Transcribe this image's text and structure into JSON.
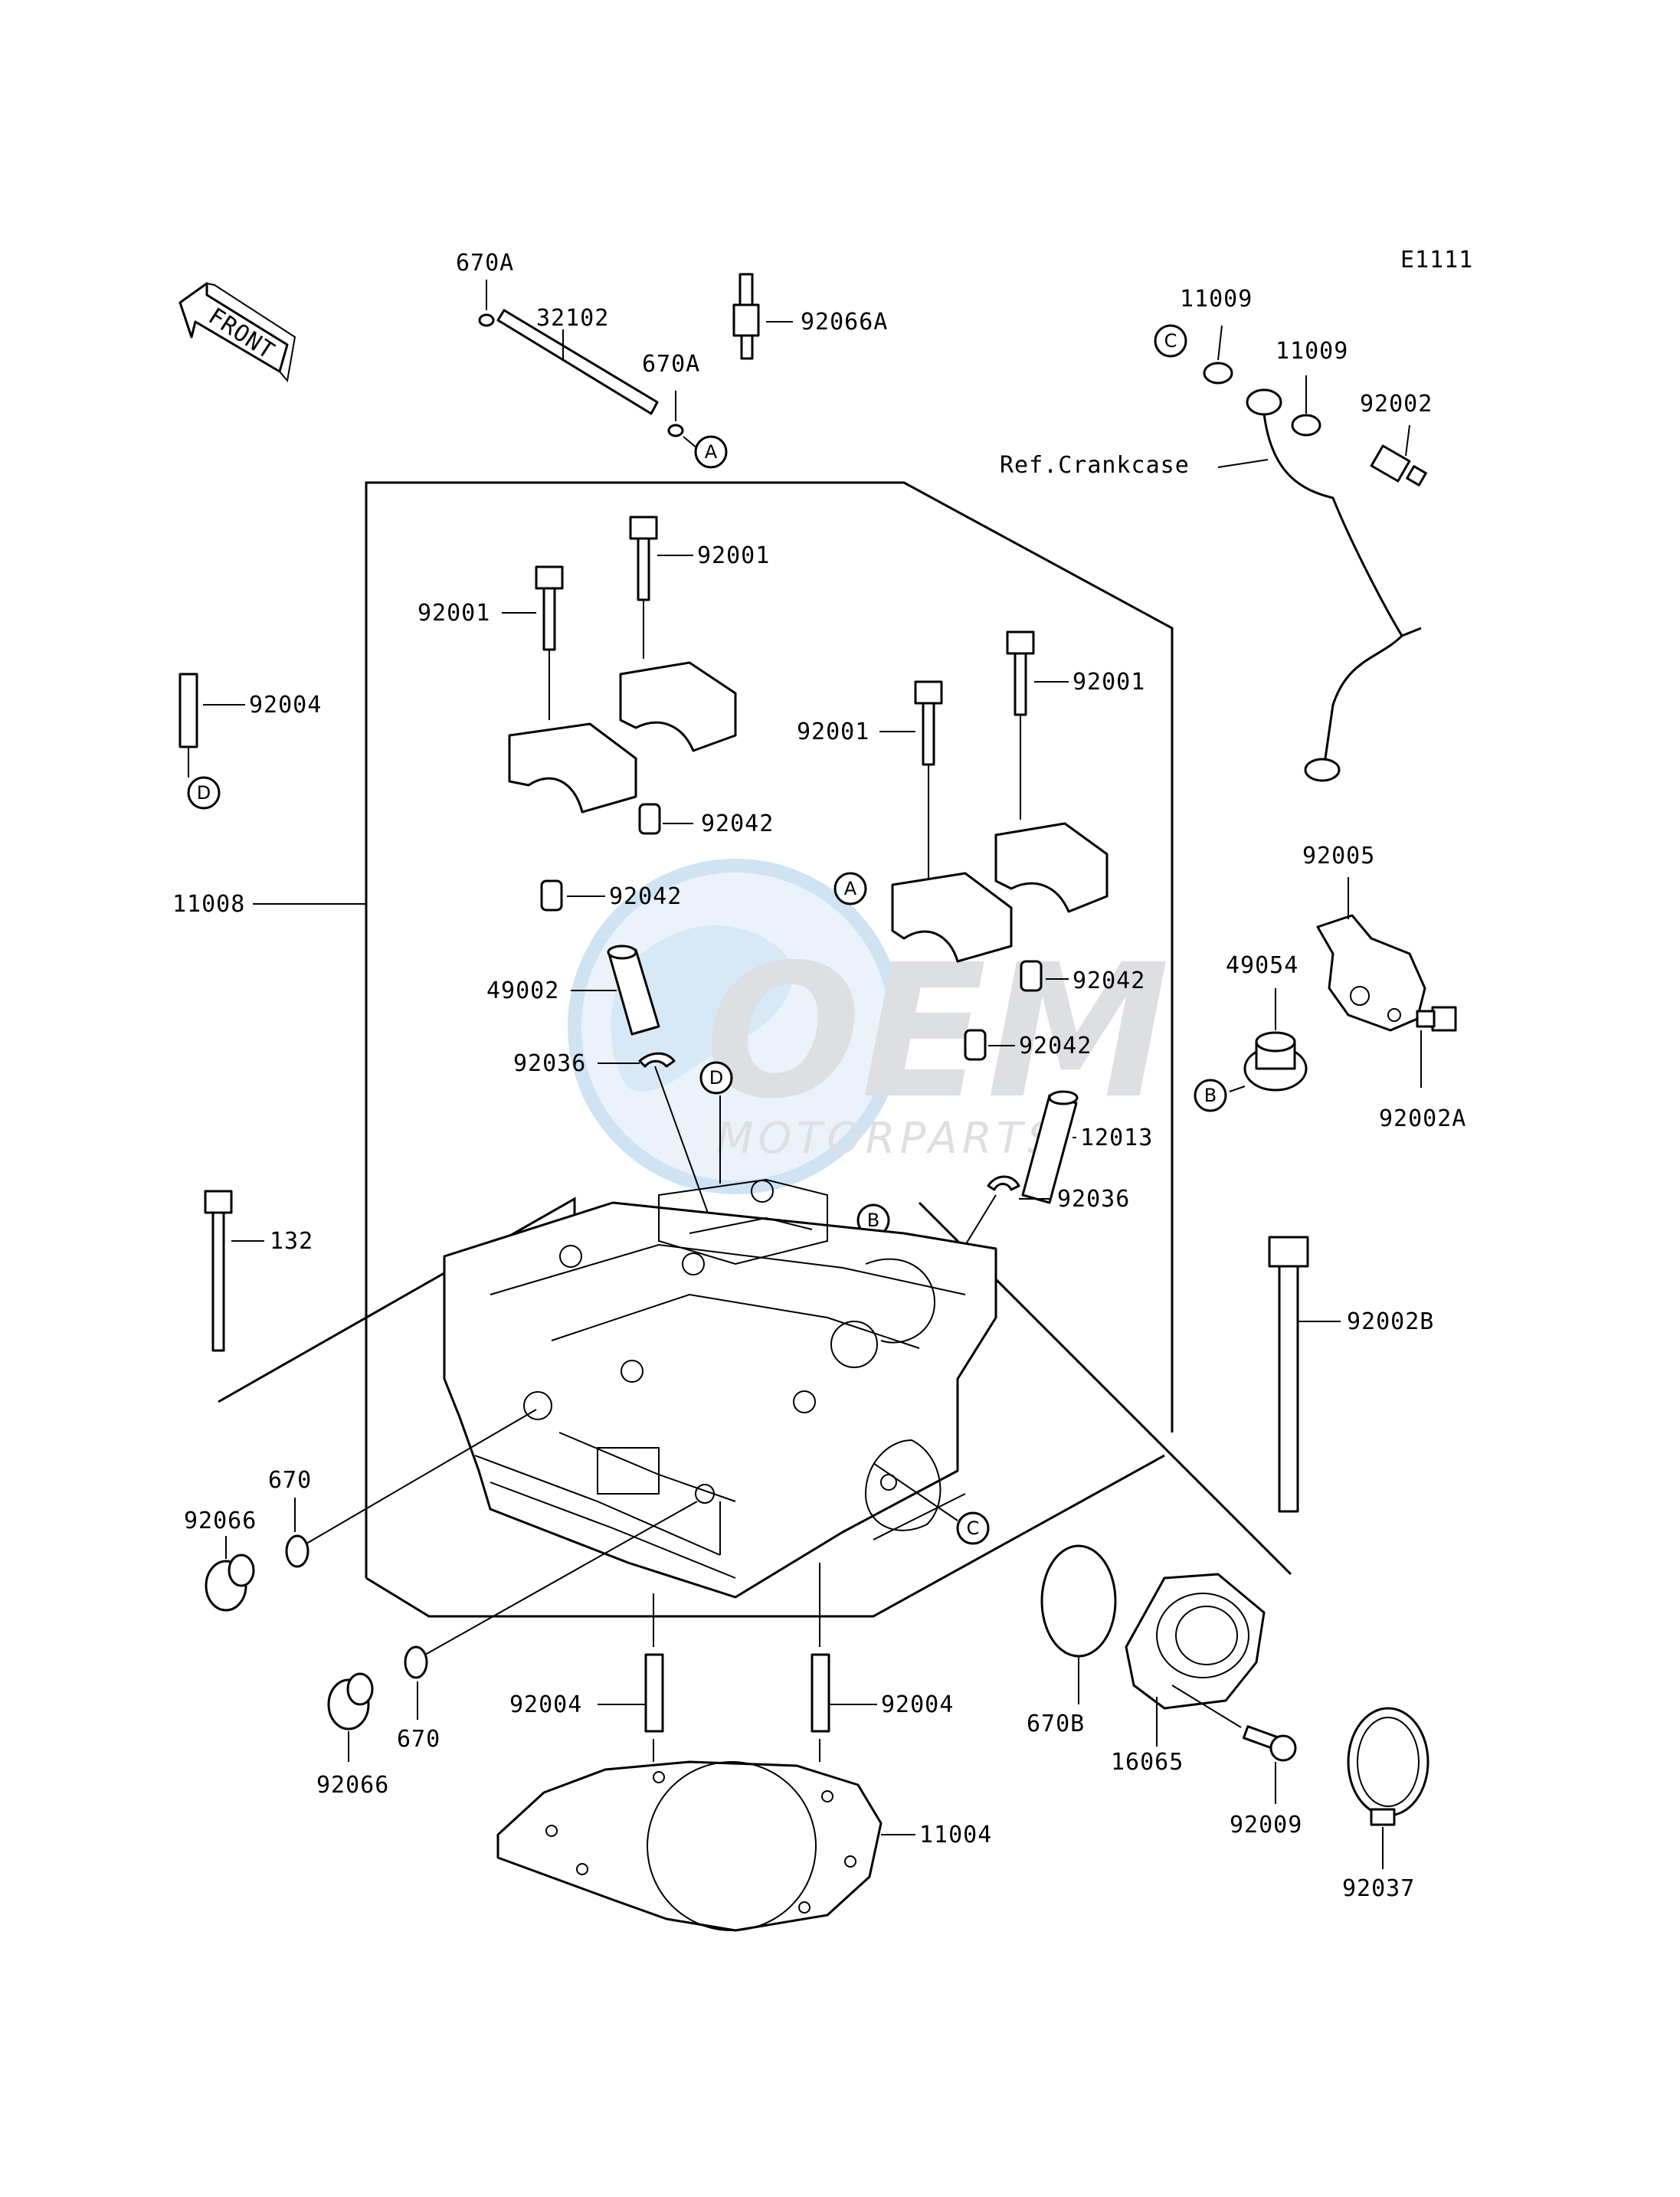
{
  "diagram_code": "E1111",
  "front_arrow_text": "FRONT",
  "ref_label": "Ref.Crankcase",
  "watermark": {
    "logo_text": "OEM",
    "sub_text": "MOTORPARTS",
    "colors": {
      "globe": "#9fc8e8",
      "text": "#c8cacf"
    }
  },
  "ref_markers": {
    "A": "A",
    "B": "B",
    "C": "C",
    "D": "D"
  },
  "labels": {
    "p670A_top": "670A",
    "p32102": "32102",
    "p670A_mid": "670A",
    "p92066A": "92066A",
    "p11009_a": "11009",
    "p11009_b": "11009",
    "p92002": "92002",
    "p92001_a": "92001",
    "p92001_b": "92001",
    "p92001_c": "92001",
    "p92001_d": "92001",
    "p92004_side": "92004",
    "p92042_a": "92042",
    "p92042_b": "92042",
    "p92042_c": "92042",
    "p92042_d": "92042",
    "p11008": "11008",
    "p49002": "49002",
    "p92036_a": "92036",
    "p92036_b": "92036",
    "p12013": "12013",
    "p92005": "92005",
    "p49054": "49054",
    "p92002A": "92002A",
    "p132": "132",
    "p92002B": "92002B",
    "p670_a": "670",
    "p92066_a": "92066",
    "p670_b": "670",
    "p92066_b": "92066",
    "p92004_a": "92004",
    "p92004_b": "92004",
    "p11004": "11004",
    "p670B": "670B",
    "p16065": "16065",
    "p92009": "92009",
    "p92037": "92037"
  }
}
